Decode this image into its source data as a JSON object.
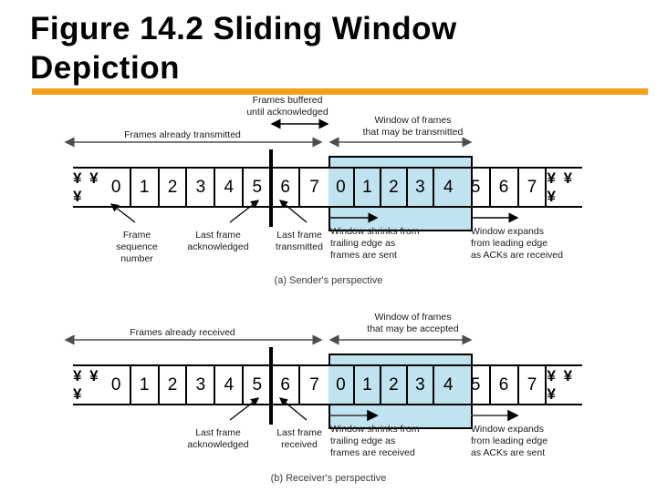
{
  "slide": {
    "title": "Figure 14.2 Sliding Window\nDepiction",
    "accent_color": "#f5a117",
    "window_fill_color": "#bfe3ef",
    "line_color": "#000000"
  },
  "figure": {
    "sender": {
      "caption": "(a) Sender's perspective",
      "strip": {
        "leading_ellipsis": "¥ ¥ ¥",
        "trailing_ellipsis": "¥ ¥ ¥",
        "frames": [
          "0",
          "1",
          "2",
          "3",
          "4",
          "5",
          "6",
          "7",
          "0",
          "1",
          "2",
          "3",
          "4",
          "5",
          "6",
          "7"
        ],
        "window_frames": [
          "0",
          "1",
          "2",
          "3",
          "4"
        ],
        "window_start_index": 8,
        "window_end_index": 12
      },
      "labels": {
        "frames_transmitted": "Frames already transmitted",
        "frames_buffered": "Frames buffered\nuntil acknowledged",
        "window_of_frames": "Window of frames\nthat may be transmitted",
        "frame_sequence_number": "Frame\nsequence\nnumber",
        "last_frame_acknowledged": "Last frame\nacknowledged",
        "last_frame_transmitted": "Last frame\ntransmitted",
        "window_shrinks": "Window shrinks from\ntrailing edge as\nframes are sent",
        "window_expands": "Window expands\nfrom leading edge\nas ACKs are received"
      }
    },
    "receiver": {
      "caption": "(b) Receiver's perspective",
      "strip": {
        "leading_ellipsis": "¥ ¥ ¥",
        "trailing_ellipsis": "¥ ¥ ¥",
        "frames": [
          "0",
          "1",
          "2",
          "3",
          "4",
          "5",
          "6",
          "7",
          "0",
          "1",
          "2",
          "3",
          "4",
          "5",
          "6",
          "7"
        ],
        "window_frames": [
          "0",
          "1",
          "2",
          "3",
          "4"
        ],
        "window_start_index": 8,
        "window_end_index": 12
      },
      "labels": {
        "frames_received": "Frames already received",
        "window_of_frames": "Window of frames\nthat may be accepted",
        "last_frame_acknowledged": "Last frame\nacknowledged",
        "last_frame_received": "Last frame\nreceived",
        "window_shrinks": "Window shrinks from\ntrailing edge as\nframes are received",
        "window_expands": "Window expands\nfrom leading edge\nas ACKs are sent"
      }
    }
  }
}
